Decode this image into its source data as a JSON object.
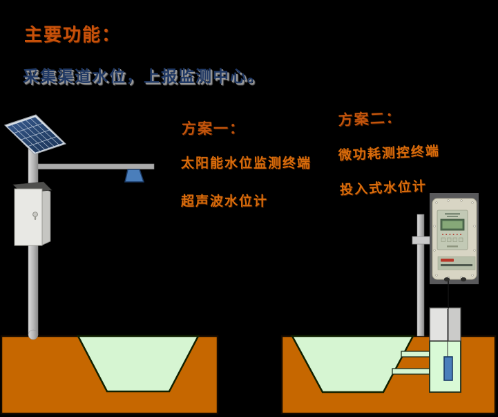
{
  "header": {
    "title": "主要功能：",
    "subtitle": "采集渠道水位，上报监测中心。"
  },
  "plan1": {
    "title": "方案一：",
    "items": [
      "太阳能水位监测终端",
      "超声波水位计"
    ]
  },
  "plan2": {
    "title": "方案二：",
    "items": [
      "微功耗测控终端",
      "投入式水位计"
    ]
  },
  "colors": {
    "background": "#000000",
    "heading_orange": "#C8510A",
    "item_orange": "#D96C0B",
    "subtitle_navy": "#1F3864",
    "ground_orange": "#C66700",
    "channel_green": "#D6F5D2",
    "sensor_blue": "#4A7EBB",
    "pole_gray": "#B5B5B5",
    "photo_bg_gray": "#59595B"
  }
}
